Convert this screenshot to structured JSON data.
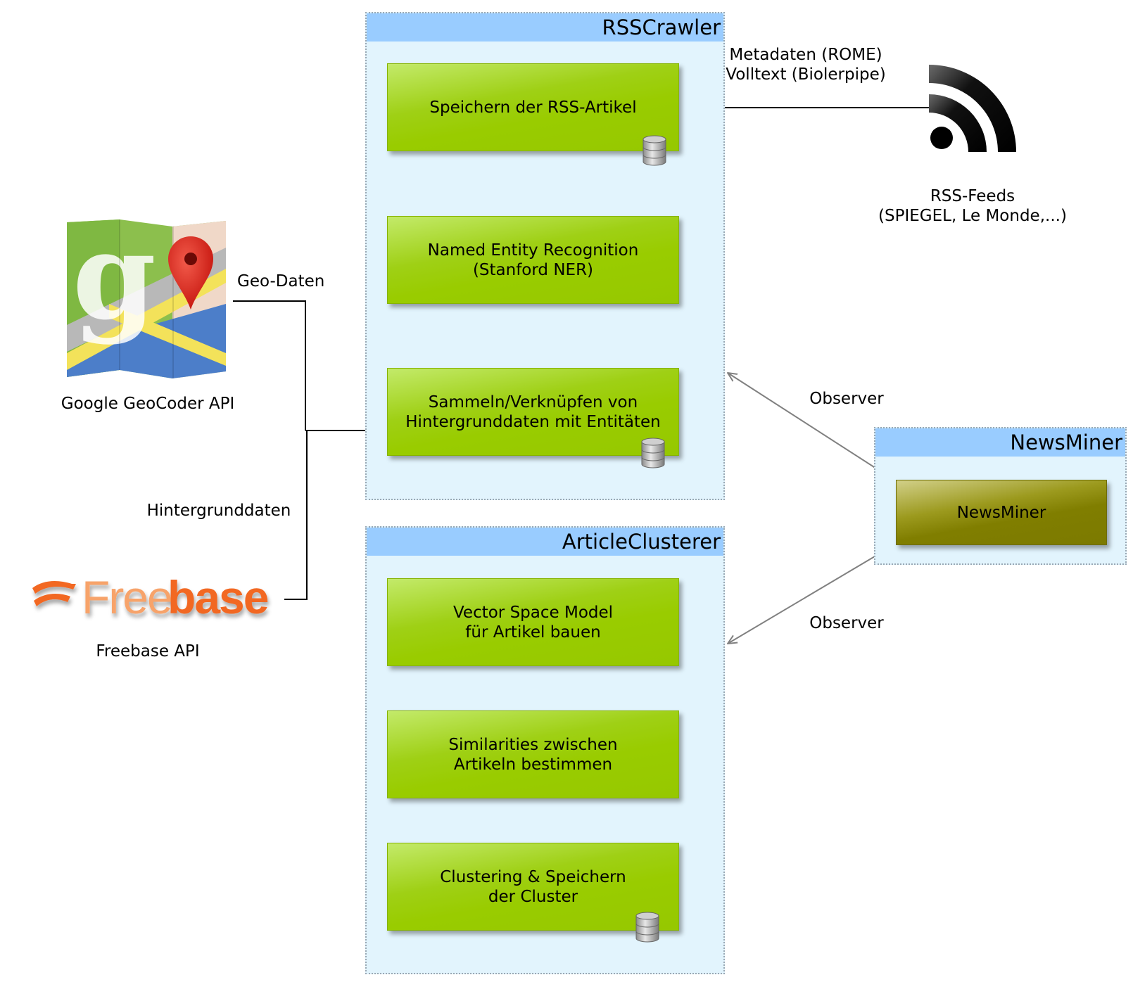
{
  "groups": {
    "rss_crawler": "RSSCrawler",
    "article_clusterer": "ArticleClusterer",
    "news_miner": "NewsMiner"
  },
  "steps": {
    "store_rss": "Speichern der RSS-Artikel",
    "ner": "Named Entity Recognition\n(Stanford NER)",
    "collect": "Sammeln/Verknüpfen von\nHintergrunddaten mit Entitäten",
    "vsm": "Vector Space Model\nfür Artikel bauen",
    "similarity": "Similarities zwischen\nArtikeln bestimmen",
    "clustering": "Clustering & Speichern\nder Cluster",
    "news_miner": "NewsMiner"
  },
  "labels": {
    "metadata": "Metadaten (ROME)\nVolltext (Biolerpipe)",
    "rss_feeds": "RSS-Feeds\n(SPIEGEL, Le Monde,...)",
    "geo_data": "Geo-Daten",
    "google_api": "Google GeoCoder API",
    "background_data": "Hintergrunddaten",
    "freebase_api": "Freebase API",
    "observer_top": "Observer",
    "observer_bottom": "Observer"
  },
  "logos": {
    "freebase": "Freebase"
  },
  "icons": {
    "rss": "rss-feed-icon",
    "maps": "google-maps-icon",
    "database": "database-icon"
  },
  "colors": {
    "group_fill": "#e2f4fd",
    "group_header": "#99ccff",
    "step_green": "#99cc00",
    "step_olive": "#808000",
    "freebase_orange": "#f26722"
  }
}
